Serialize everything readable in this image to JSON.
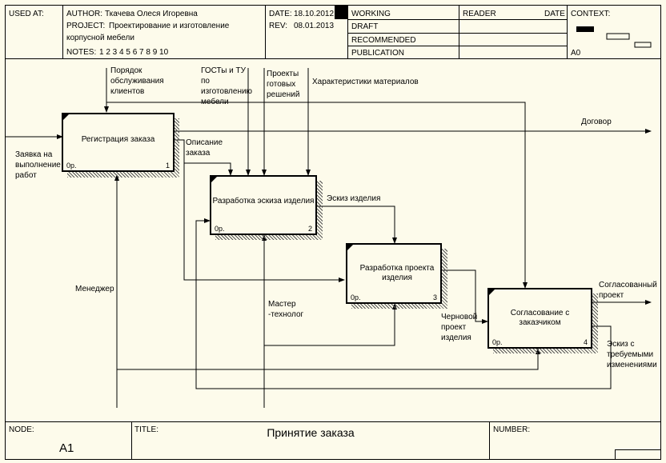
{
  "header": {
    "used_at": "USED AT:",
    "author_label": "AUTHOR:",
    "author": "Ткачева Олеся Игоревна",
    "project_label": "PROJECT:",
    "project_line1": "Проектирование и изготовление",
    "project_line2": "корпусной мебели",
    "notes_label": "NOTES:",
    "notes": "1  2  3  4  5  6  7  8  9  10",
    "date_label": "DATE:",
    "date": "18.10.2012",
    "rev_label": "REV:",
    "rev": "08.01.2013",
    "status": [
      "WORKING",
      "DRAFT",
      "RECOMMENDED",
      "PUBLICATION"
    ],
    "reader": "READER",
    "reader_date": "DATE",
    "context": "CONTEXT:",
    "context_node": "A0"
  },
  "boxes": [
    {
      "name": "Регистрация заказа",
      "cost": "0р.",
      "num": "1"
    },
    {
      "name": "Разработка эскиза изделия",
      "cost": "0р.",
      "num": "2"
    },
    {
      "name": "Разработка проекта изделия",
      "cost": "0р.",
      "num": "3"
    },
    {
      "name": "Согласование с заказчиком",
      "cost": "0р.",
      "num": "4"
    }
  ],
  "arrows": {
    "poryadok": "Порядок\nобслуживания\nклиентов",
    "gosty": "ГОСТы и ТУ\nпо\nизготовлению\nмебели",
    "proekty": "Проекты\nготовых\nрешений",
    "harakteristiki": "Характеристики материалов",
    "dogovor": "Договор",
    "zayavka": "Заявка на\nвыполнение\nработ",
    "opisanie": "Описание\nзаказа",
    "eskiz": "Эскиз изделия",
    "menedzher": "Менеджер",
    "master": "Мастер\n-технолог",
    "chernovoy": "Черновой\nпроект\nизделия",
    "soglasovanny": "Согласованный\nпроект",
    "eskiz_s": "Эскиз с\nтребуемыми\nизменениями"
  },
  "footer": {
    "node_label": "NODE:",
    "node": "A1",
    "title_label": "TITLE:",
    "title": "Принятие заказа",
    "number_label": "NUMBER:"
  }
}
